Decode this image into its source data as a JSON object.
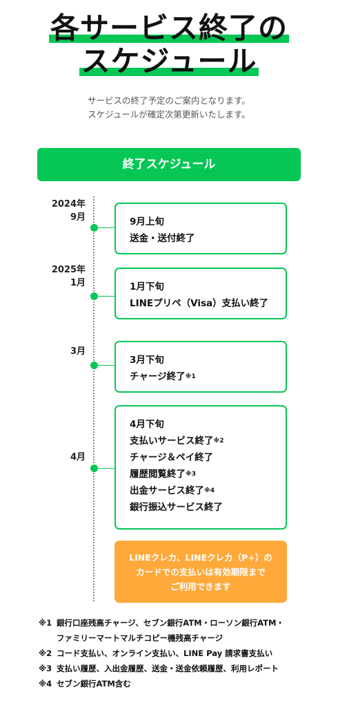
{
  "title": {
    "line1": "各サービス終了の",
    "line2": "スケジュール"
  },
  "subtitle": {
    "line1": "サービスの終了予定のご案内となります。",
    "line2": "スケジュールが確定次第更新いたします。"
  },
  "schedule_header": "終了スケジュール",
  "timeline": [
    {
      "year": "2024年",
      "month": "9月",
      "card": {
        "title": "9月上旬",
        "items": [
          {
            "text": "送金・送付終了",
            "note": ""
          }
        ]
      }
    },
    {
      "year": "2025年",
      "month": "1月",
      "card": {
        "title": "1月下旬",
        "items": [
          {
            "text": "LINEプリペ（Visa）支払い終了",
            "note": ""
          }
        ]
      }
    },
    {
      "year": "",
      "month": "3月",
      "card": {
        "title": "3月下旬",
        "items": [
          {
            "text": "チャージ終了",
            "note": "※1"
          }
        ]
      }
    },
    {
      "year": "",
      "month": "4月",
      "card": {
        "title": "4月下旬",
        "items": [
          {
            "text": "支払いサービス終了",
            "note": "※2"
          },
          {
            "text": "チャージ＆ペイ終了",
            "note": ""
          },
          {
            "text": "履歴閲覧終了",
            "note": "※3"
          },
          {
            "text": "出金サービス終了",
            "note": "※4"
          },
          {
            "text": "銀行振込サービス終了",
            "note": ""
          }
        ]
      }
    }
  ],
  "orange_notice": {
    "line1": "LINEクレカ、LINEクレカ（P+）の",
    "line2": "カードでの支払いは有効期限まで",
    "line3": "ご利用できます"
  },
  "footnotes": [
    {
      "mark": "※1",
      "text": "銀行口座残高チャージ、セブン銀行ATM・ローソン銀行ATM・",
      "text2": "ファミリーマートマルチコピー機残高チャージ"
    },
    {
      "mark": "※2",
      "text": "コード支払い、オンライン支払い、LINE Pay 請求書支払い",
      "text2": ""
    },
    {
      "mark": "※3",
      "text": "支払い履歴、入出金履歴、送金・送金依頼履歴、利用レポート",
      "text2": ""
    },
    {
      "mark": "※4",
      "text": "セブン銀行ATM含む",
      "text2": ""
    }
  ],
  "colors": {
    "accent_green": "#06c755",
    "notice_orange": "#ffa93a"
  }
}
